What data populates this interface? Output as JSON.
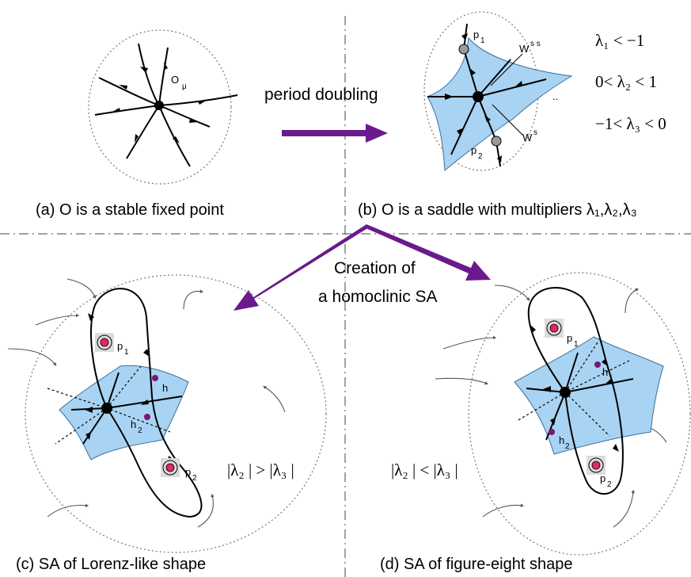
{
  "colors": {
    "surface_fill": "#a9d3f2",
    "surface_stroke": "#3a6e9c",
    "arrow_purple": "#6a1a8c",
    "periodic_point_fill": "#e8246a",
    "saddle_point": "#000000",
    "gray_point": "#9a9a9a",
    "homoclinic_point": "#7a1477"
  },
  "labels": {
    "process_a_b": "period doubling",
    "process_b_cd_line1": "Creation of",
    "process_b_cd_line2": "a homoclinic SA",
    "fixed_point": "O",
    "fixed_point_sub": "μ",
    "cond1": "λ₁ < −1",
    "cond2": "0< λ₂ < 1",
    "cond3": "−1< λ₃ < 0",
    "wss": "W",
    "wss_sup": "s s",
    "ws": "W",
    "ws_sup": "s",
    "p": "p",
    "sub1": "1",
    "sub2": "2",
    "h": "h",
    "ineq_c": "|λ₂ | > |λ₃ |",
    "ineq_d": "|λ₂ | < |λ₃ |"
  },
  "captions": {
    "a": "(a)  O  is a stable fixed point",
    "b": "(b)  O  is a saddle with multipliers λ₁,λ₂,λ₃",
    "c": "(c)   SA of Lorenz-like shape",
    "d": "(d)   SA of figure-eight shape"
  }
}
